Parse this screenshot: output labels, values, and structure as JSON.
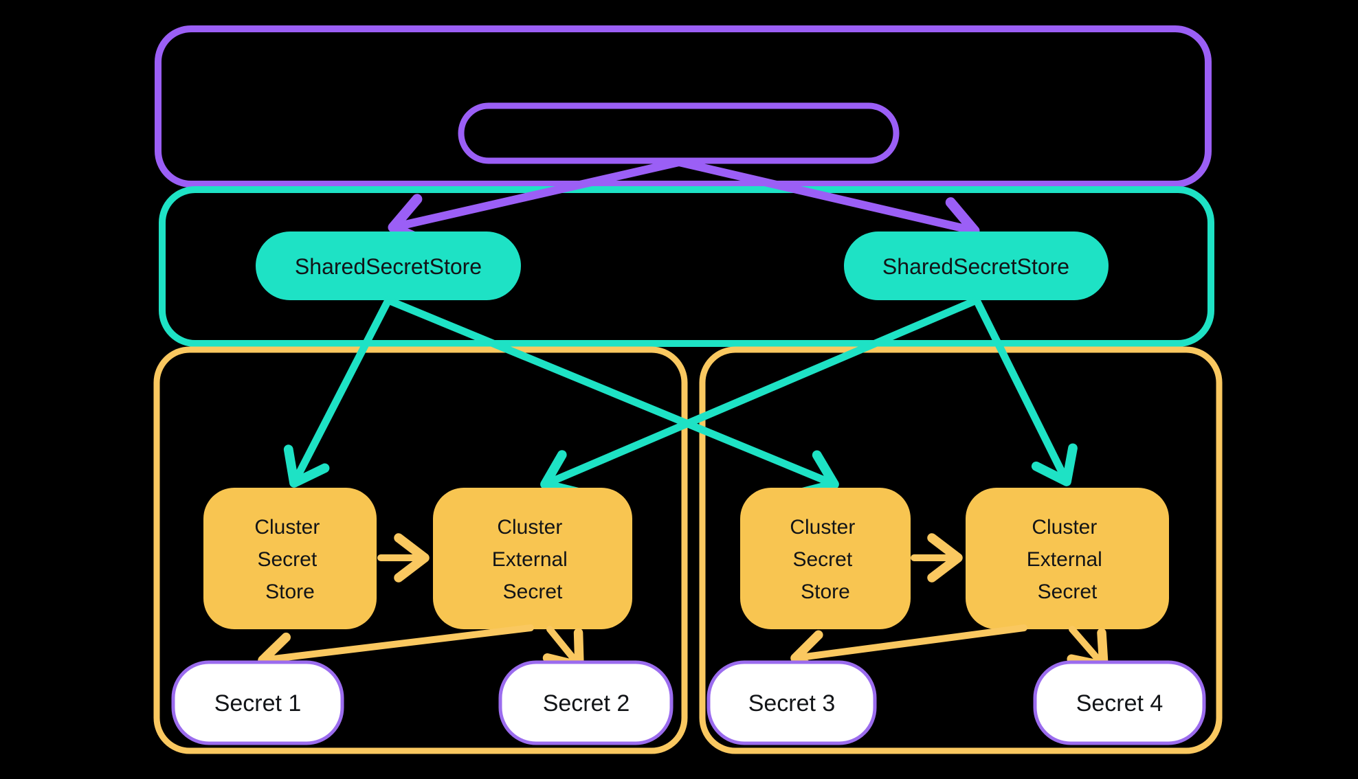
{
  "colors": {
    "background": "#000000",
    "purple": "#9B5FF6",
    "teal": "#1EE2C5",
    "yellow_border": "#FAC860",
    "yellow_fill": "#F8C551",
    "secret_fill": "#FFFFFF",
    "secret_border": "#9B6CEE",
    "text": "#121417"
  },
  "shared_stores": {
    "left": "SharedSecretStore",
    "right": "SharedSecretStore"
  },
  "cluster_left": {
    "secret_store_lines": [
      "Cluster",
      "Secret",
      "Store"
    ],
    "external_secret_lines": [
      "Cluster",
      "External",
      "Secret"
    ],
    "secret_a": "Secret 1",
    "secret_b": "Secret 2"
  },
  "cluster_right": {
    "secret_store_lines": [
      "Cluster",
      "Secret",
      "Store"
    ],
    "external_secret_lines": [
      "Cluster",
      "External",
      "Secret"
    ],
    "secret_a": "Secret 3",
    "secret_b": "Secret 4"
  }
}
